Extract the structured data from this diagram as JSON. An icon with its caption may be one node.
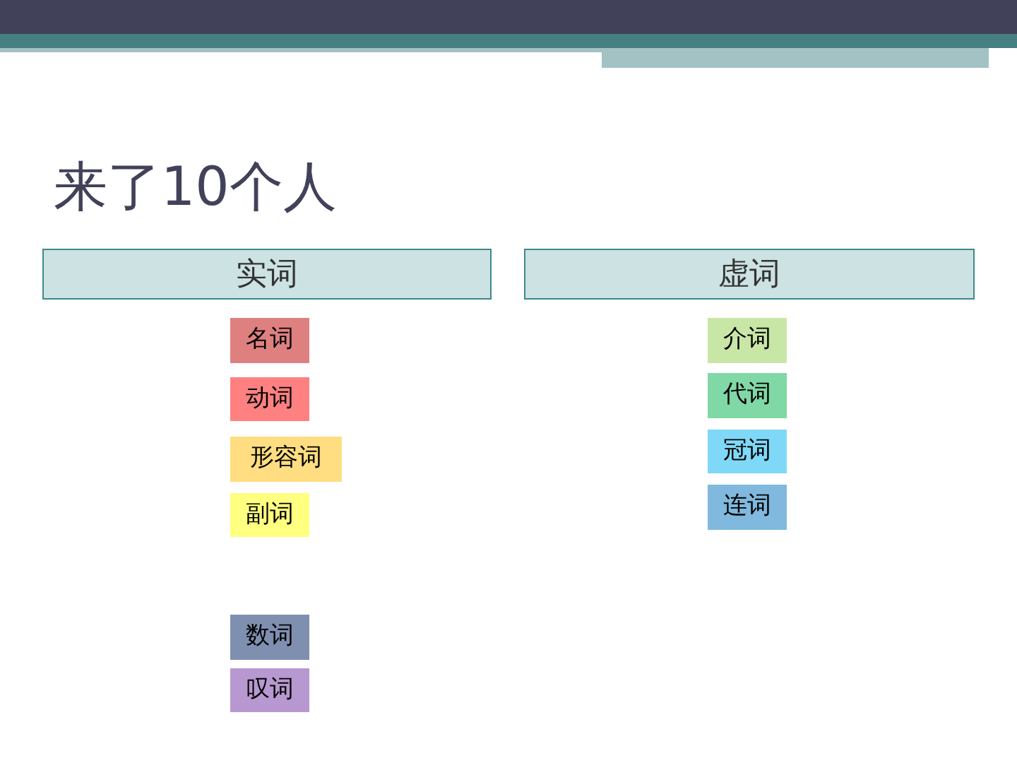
{
  "diagram": {
    "title": "来了10个人",
    "nodes": [
      {
        "text": [
          "实词"
        ]
      },
      {
        "text": [
          "虚词"
        ]
      },
      {
        "text": [
          "名词"
        ]
      },
      {
        "text": [
          "动词"
        ]
      },
      {
        "text": [
          "形容词"
        ]
      },
      {
        "text": [
          "副词"
        ]
      },
      {
        "text": [
          "数词"
        ]
      },
      {
        "text": [
          "叹词"
        ]
      },
      {
        "text": [
          "介词"
        ]
      },
      {
        "text": [
          "代词"
        ]
      },
      {
        "text": [
          "冠词"
        ]
      },
      {
        "text": [
          "连词"
        ]
      }
    ],
    "edges": []
  }
}
